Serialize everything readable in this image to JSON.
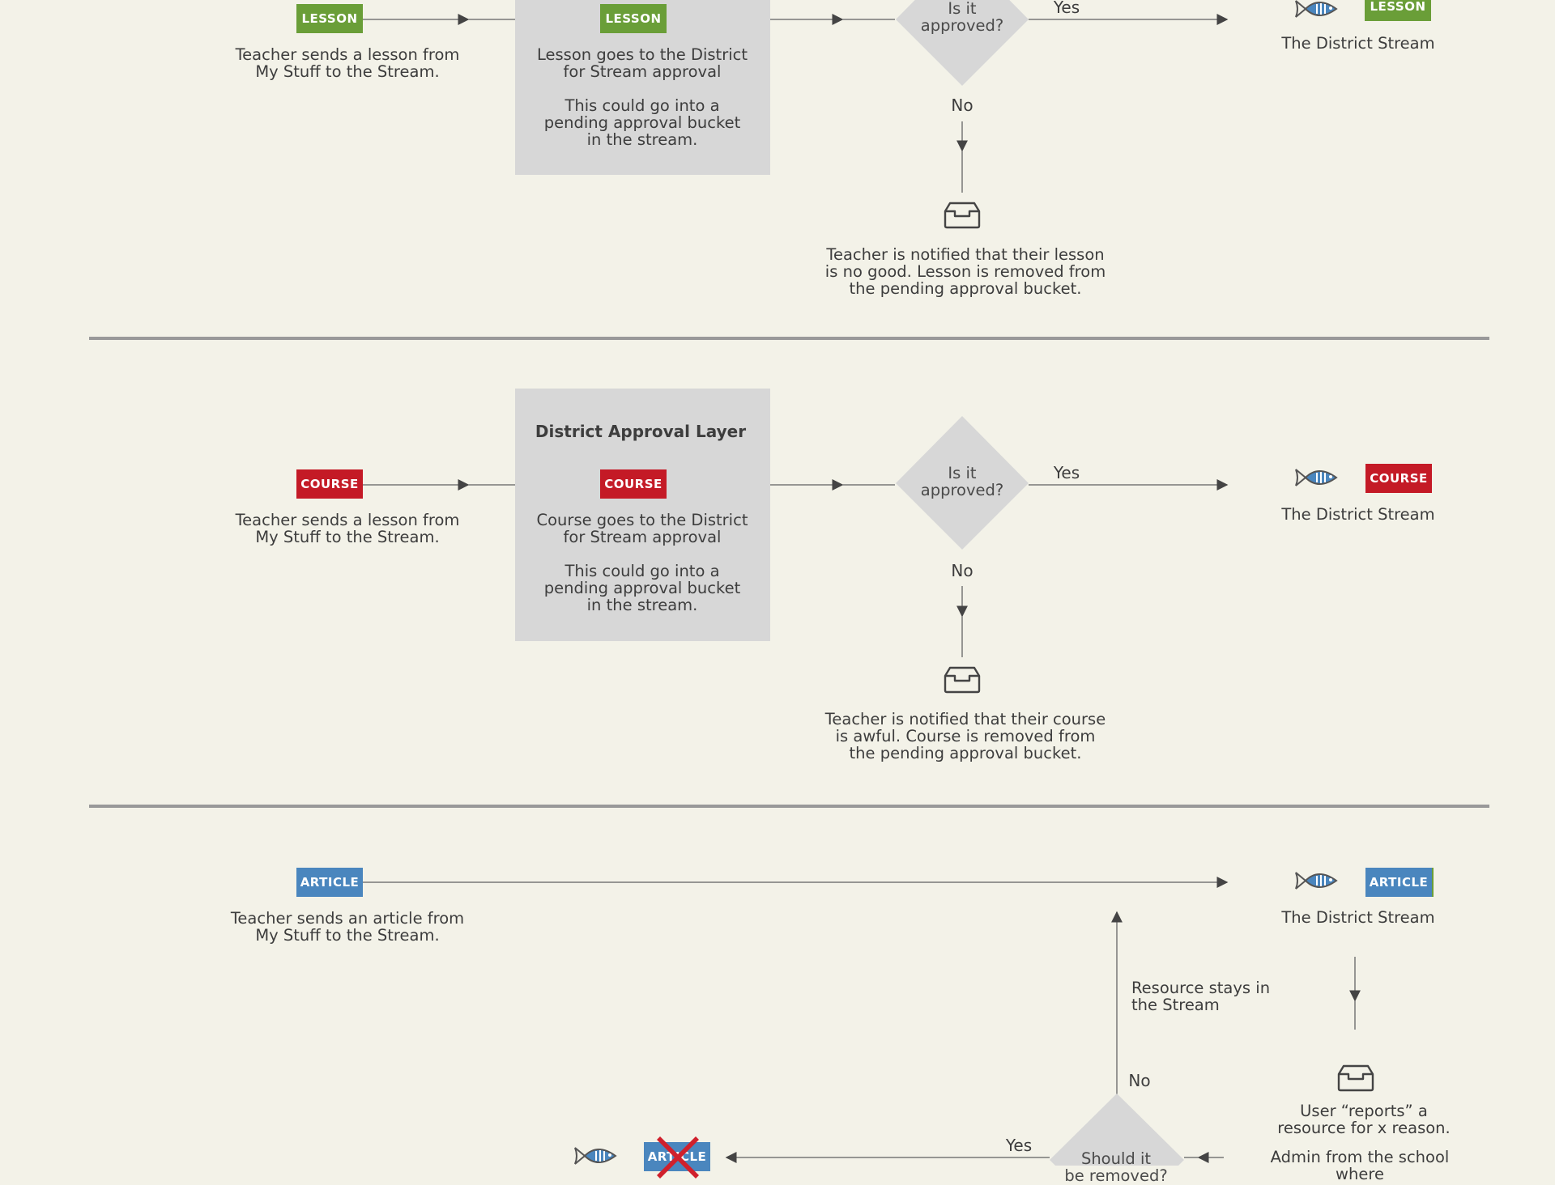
{
  "colors": {
    "background": "#f3f2e8",
    "lesson": "#6a9e38",
    "course": "#c41a26",
    "article": "#4a86be",
    "box": "#d7d7d7",
    "line": "#666666",
    "divider": "#999999",
    "reject": "#d0202c"
  },
  "icons": [
    "fish-icon",
    "inbox-tray-icon",
    "red-x-icon"
  ],
  "tags": {
    "lesson": "LESSON",
    "course": "COURSE",
    "article": "ARTICLE"
  },
  "decision": {
    "approved": "Is it\napproved?",
    "removed": "Should it\nbe removed?"
  },
  "answers": {
    "yes": "Yes",
    "no": "No"
  },
  "stream_label": "The District Stream",
  "section1": {
    "sender_text": "Teacher sends a lesson from\nMy Stuff to the Stream.",
    "box_text_1": "Lesson goes to the District\nfor Stream approval",
    "box_text_2": "This could go into a\npending approval bucket\nin the stream.",
    "rejected_text": "Teacher is notified that their lesson\nis no good. Lesson is removed from\nthe pending approval bucket."
  },
  "section2": {
    "sender_text": "Teacher sends a lesson from\nMy Stuff to the Stream.",
    "box_title": "District Approval Layer",
    "box_text_1": "Course goes to the District\nfor Stream approval",
    "box_text_2": "This could go into a\npending approval bucket\nin the stream.",
    "rejected_text": "Teacher is notified that their course\nis awful. Course is removed from\nthe pending approval bucket."
  },
  "section3": {
    "sender_text": "Teacher sends an article from\nMy Stuff to the Stream.",
    "stays_text": "Resource stays in\nthe Stream",
    "report_text": "User “reports” a\nresource for x reason.",
    "admin_text": "Admin from the school where"
  }
}
